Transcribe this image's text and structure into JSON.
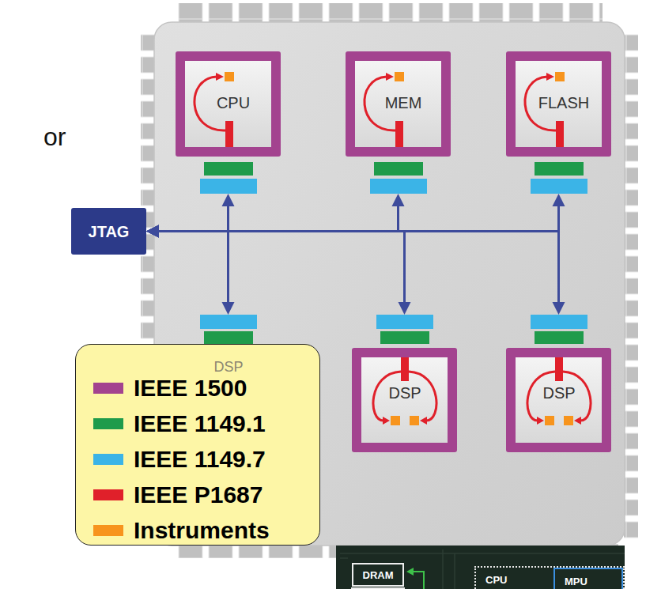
{
  "diagram": {
    "nodes": [
      {
        "text": [
          "JTAG"
        ]
      },
      {
        "text": [
          "CPU"
        ]
      },
      {
        "text": [
          "MEM"
        ]
      },
      {
        "text": [
          "FLASH"
        ]
      },
      {
        "text": [
          "DSP"
        ]
      },
      {
        "text": [
          "DSP"
        ]
      },
      {
        "text": [
          "DSP"
        ]
      },
      {
        "text": [
          "DRAM"
        ]
      },
      {
        "text": [
          "CPU"
        ]
      },
      {
        "text": [
          "MPU"
        ],
        "in": 8
      }
    ],
    "edges": [
      {
        "from": 1,
        "to": 0,
        "arrow": "both"
      },
      {
        "from": 2,
        "to": 0,
        "arrow": "both"
      },
      {
        "from": 3,
        "to": 0,
        "arrow": "both"
      },
      {
        "from": 4,
        "to": 0,
        "arrow": "both"
      },
      {
        "from": 5,
        "to": 0,
        "arrow": "both"
      },
      {
        "from": 6,
        "to": 0,
        "arrow": "both"
      }
    ],
    "labels": [
      "or"
    ],
    "legend": [
      {
        "text": "IEEE 1500",
        "color": "#a3438f"
      },
      {
        "text": "IEEE 1149.1",
        "color": "#1f9b4b"
      },
      {
        "text": "IEEE 1149.7",
        "color": "#3bb4e7"
      },
      {
        "text": "IEEE P1687",
        "color": "#e0202a"
      },
      {
        "text": "Instruments",
        "color": "#f7941d"
      }
    ]
  }
}
